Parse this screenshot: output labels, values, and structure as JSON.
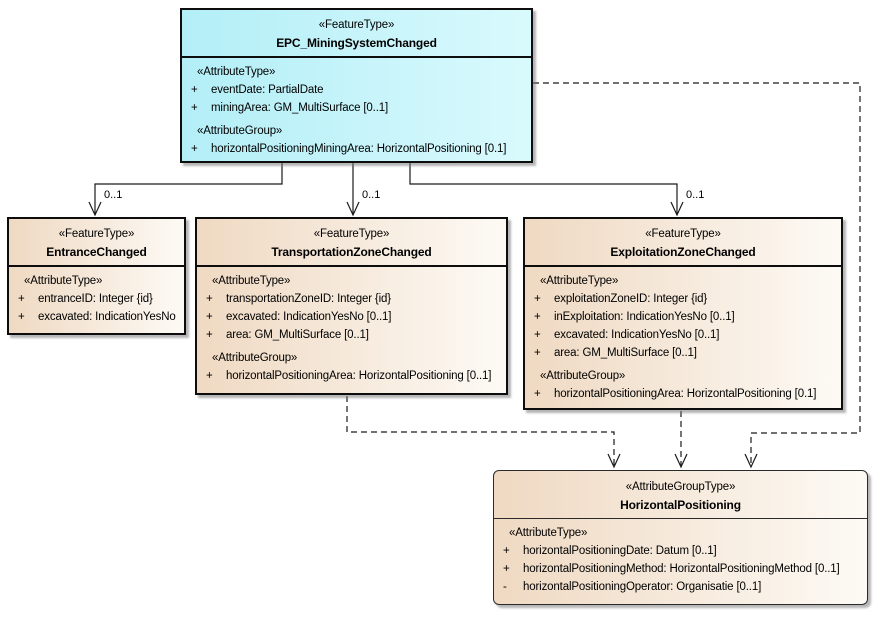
{
  "colors": {
    "epc_fill_left": "#b3eef7",
    "epc_fill_right": "#d9fafd",
    "feature_fill_left": "#efd9c2",
    "feature_fill_right": "#fdfaf5",
    "border": "#0d0d0d",
    "connector": "#1a1a1a",
    "background": "#ffffff"
  },
  "classes": {
    "epc": {
      "stereotype": "«FeatureType»",
      "name": "EPC_MiningSystemChanged",
      "sections": [
        {
          "header": "«AttributeType»",
          "attrs": [
            {
              "vis": "+",
              "text": "eventDate: PartialDate"
            },
            {
              "vis": "+",
              "text": "miningArea: GM_MultiSurface [0..1]"
            }
          ]
        },
        {
          "header": "«AttributeGroup»",
          "attrs": [
            {
              "vis": "+",
              "text": "horizontalPositioningMiningArea: HorizontalPositioning [0.1]"
            }
          ]
        }
      ]
    },
    "entrance": {
      "stereotype": "«FeatureType»",
      "name": "EntranceChanged",
      "sections": [
        {
          "header": "«AttributeType»",
          "attrs": [
            {
              "vis": "+",
              "text": "entranceID: Integer {id}"
            },
            {
              "vis": "+",
              "text": "excavated: IndicationYesNo"
            }
          ]
        }
      ]
    },
    "transport": {
      "stereotype": "«FeatureType»",
      "name": "TransportationZoneChanged",
      "sections": [
        {
          "header": "«AttributeType»",
          "attrs": [
            {
              "vis": "+",
              "text": "transportationZoneID: Integer {id}"
            },
            {
              "vis": "+",
              "text": "excavated: IndicationYesNo [0..1]"
            },
            {
              "vis": "+",
              "text": "area: GM_MultiSurface [0..1]"
            }
          ]
        },
        {
          "header": "«AttributeGroup»",
          "attrs": [
            {
              "vis": "+",
              "text": "horizontalPositioningArea: HorizontalPositioning [0..1]"
            }
          ]
        }
      ]
    },
    "exploit": {
      "stereotype": "«FeatureType»",
      "name": "ExploitationZoneChanged",
      "sections": [
        {
          "header": "«AttributeType»",
          "attrs": [
            {
              "vis": "+",
              "text": "exploitationZoneID: Integer {id}"
            },
            {
              "vis": "+",
              "text": "inExploitation: IndicationYesNo [0..1]"
            },
            {
              "vis": "+",
              "text": "excavated: IndicationYesNo [0..1]"
            },
            {
              "vis": "+",
              "text": "area: GM_MultiSurface [0..1]"
            }
          ]
        },
        {
          "header": "«AttributeGroup»",
          "attrs": [
            {
              "vis": "+",
              "text": "horizontalPositioningArea: HorizontalPositioning [0.1]"
            }
          ]
        }
      ]
    },
    "horizontal": {
      "stereotype": "«AttributeGroupType»",
      "name": "HorizontalPositioning",
      "sections": [
        {
          "header": "«AttributeType»",
          "attrs": [
            {
              "vis": "+",
              "text": "horizontalPositioningDate: Datum [0..1]"
            },
            {
              "vis": "+",
              "text": "horizontalPositioningMethod: HorizontalPositioningMethod [0..1]"
            },
            {
              "vis": "-",
              "text": "horizontalPositioningOperator: Organisatie [0..1]"
            }
          ]
        }
      ]
    }
  },
  "connectors": {
    "multiplicity_labels": [
      "0..1",
      "0..1",
      "0..1"
    ]
  }
}
